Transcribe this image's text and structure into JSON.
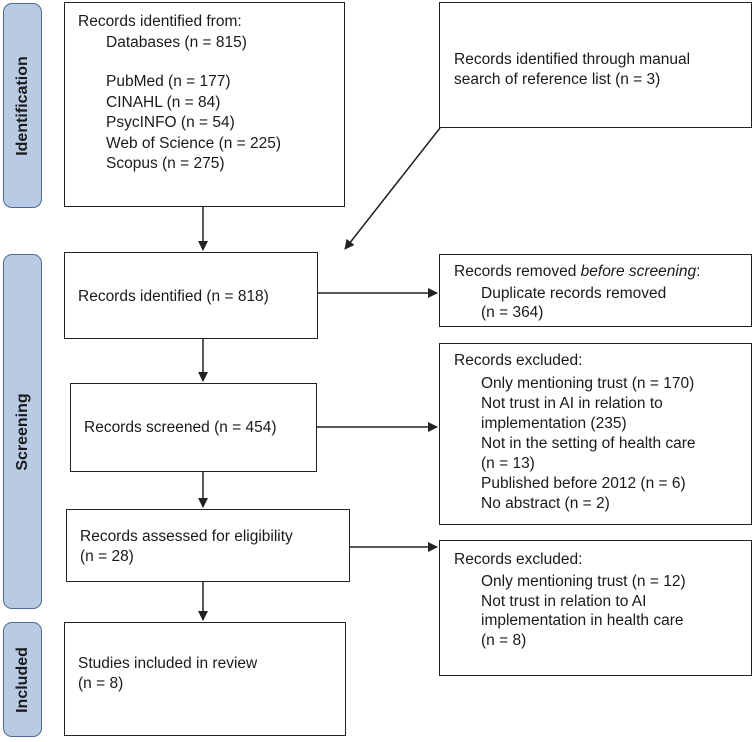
{
  "sidebar": {
    "identification": "Identification",
    "screening": "Screening",
    "included": "Included"
  },
  "identification": {
    "records_title": "Records identified from:",
    "databases": "Databases (n = 815)",
    "sources": [
      "PubMed (n = 177)",
      "CINAHL (n = 84)",
      "PsycINFO (n = 54)",
      "Web of Science (n = 225)",
      "Scopus (n = 275)"
    ],
    "manual_line1": "Records identified through manual",
    "manual_line2": "search of reference list (n = 3)"
  },
  "screening": {
    "identified": "Records identified (n = 818)",
    "removed_prefix": "Records removed ",
    "removed_emph": "before screening",
    "removed_suffix": ":",
    "removed_items": [
      "Duplicate records removed",
      "(n = 364)"
    ],
    "screened": "Records screened (n = 454)",
    "excluded1_title": "Records excluded:",
    "excluded1_items": [
      "Only mentioning trust (n = 170)",
      "Not trust in AI in relation to",
      "implementation (235)",
      "Not in the setting of health care",
      "(n = 13)",
      "Published before 2012 (n = 6)",
      "No abstract (n = 2)"
    ],
    "eligibility_line1": "Records assessed for eligibility",
    "eligibility_line2": "(n = 28)",
    "excluded2_title": "Records excluded:",
    "excluded2_items": [
      "Only mentioning trust (n = 12)",
      "Not trust in relation to AI",
      "implementation in health care",
      "(n = 8)"
    ]
  },
  "included": {
    "line1": "Studies included in review",
    "line2": "(n = 8)"
  }
}
